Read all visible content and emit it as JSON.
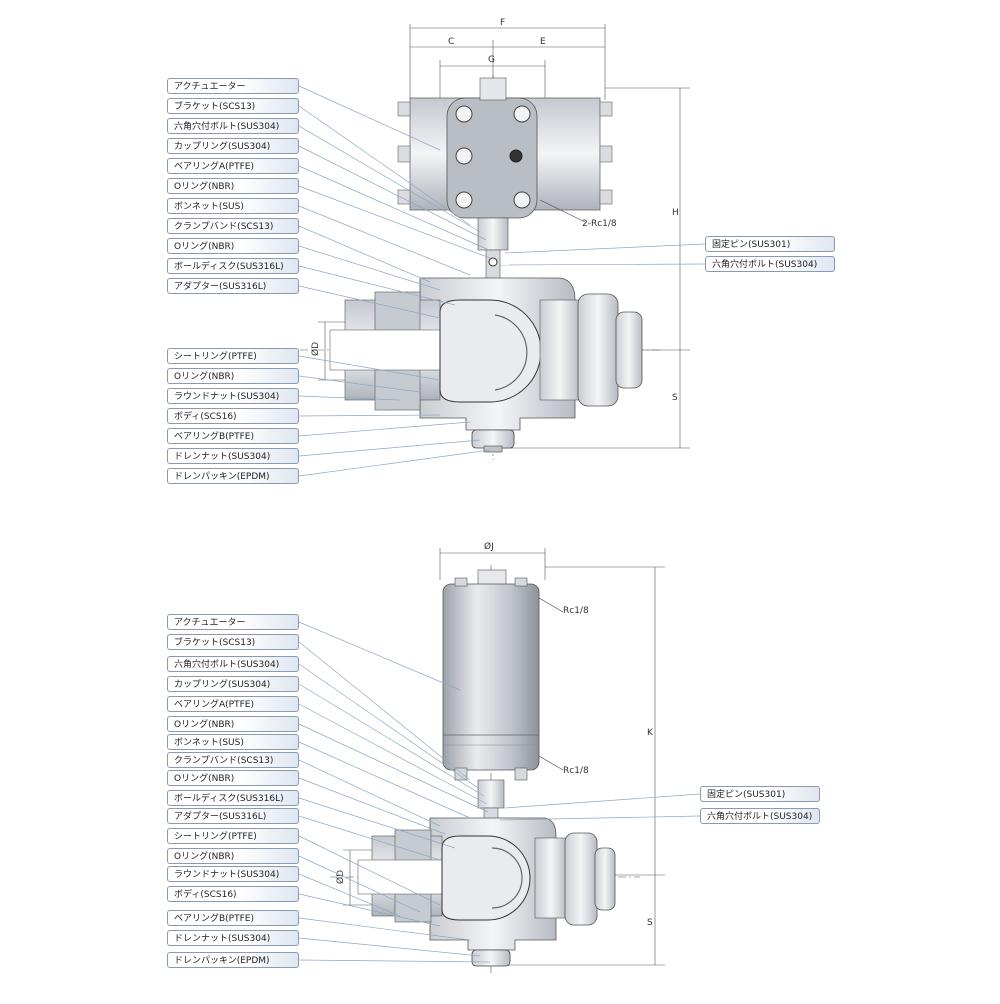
{
  "diagram1": {
    "left_labels": [
      "アクチュエーター",
      "ブラケット(SCS13)",
      "六角穴付ボルト(SUS304)",
      "カップリング(SUS304)",
      "ベアリングA(PTFE)",
      "Oリング(NBR)",
      "ボンネット(SUS)",
      "クランプバンド(SCS13)",
      "Oリング(NBR)",
      "ボールディスク(SUS316L)",
      "アダプター(SUS316L)",
      "シートリング(PTFE)",
      "Oリング(NBR)",
      "ラウンドナット(SUS304)",
      "ボディ(SCS16)",
      "ベアリングB(PTFE)",
      "ドレンナット(SUS304)",
      "ドレンパッキン(EPDM)"
    ],
    "right_labels": [
      "固定ピン(SUS301)",
      "六角穴付ボルト(SUS304)"
    ],
    "dims": {
      "F": "F",
      "C": "C",
      "E": "E",
      "G": "G",
      "H": "H",
      "S": "S",
      "D": "ØD"
    },
    "note_port": "2-Rc1/8"
  },
  "diagram2": {
    "left_labels": [
      "アクチュエーター",
      "ブラケット(SCS13)",
      "六角穴付ボルト(SUS304)",
      "カップリング(SUS304)",
      "ベアリングA(PTFE)",
      "Oリング(NBR)",
      "ボンネット(SUS)",
      "クランプバンド(SCS13)",
      "Oリング(NBR)",
      "ボールディスク(SUS316L)",
      "アダプター(SUS316L)",
      "シートリング(PTFE)",
      "Oリング(NBR)",
      "ラウンドナット(SUS304)",
      "ボディ(SCS16)",
      "ベアリングB(PTFE)",
      "ドレンナット(SUS304)",
      "ドレンパッキン(EPDM)"
    ],
    "right_labels": [
      "固定ピン(SUS301)",
      "六角穴付ボルト(SUS304)"
    ],
    "dims": {
      "J": "ØJ",
      "K": "K",
      "S": "S",
      "D": "ØD"
    },
    "note_port_top": "Rc1/8",
    "note_port_bottom": "Rc1/8"
  }
}
